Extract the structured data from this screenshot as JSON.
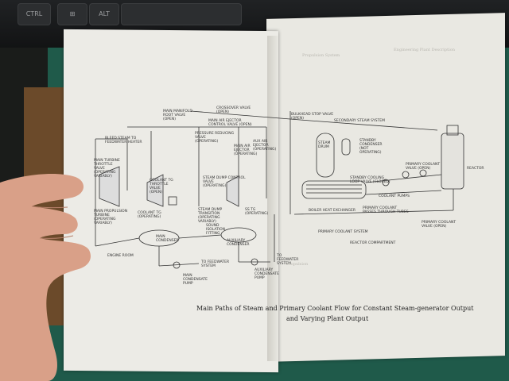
{
  "keyboard": {
    "keys": [
      "CTRL",
      "",
      "ALT"
    ]
  },
  "book": {
    "right_header": "Engineering Plant Description",
    "right_header_left": "Propulsion System",
    "caption_line1": "Main Paths of Steam and Primary Coolant Flow for Constant Steam-generator Output",
    "caption_line2": "and Varying Plant Output",
    "faint_word": "Propulsion"
  },
  "diagram": {
    "labels": {
      "main_manifold_root_valve": "MAIN MANIFOLD\nROOT VALVE\n(OPEN)",
      "crossover_valve": "CROSSOVER VALVE\n(OPEN)",
      "main_air_ejector_control": "MAIN AIR EJECTOR\nCONTROL VALVE (OPEN)",
      "pressure_reducing": "PRESSURE REDUCING\nVALVE\n(OPERATING)",
      "main_air_ejector": "MAIN AIR\nEJECTOR\n(OPERATING)",
      "aux_air_ejector": "AUX AIR\nEJECTOR\n(OPERATING)",
      "bleed_steam": "BLEED STEAM TO\nFEEDWATER HEATER",
      "main_turbine_throttle": "MAIN TURBINE\nTHROTTLE\nVALVE\n(OPERATING\nVARIABLY)",
      "coolant_tg_throttle": "COOLANT TG\nTHROTTLE\nVALVE\n(OPEN)",
      "steam_dump_control": "STEAM DUMP CONTROL\nVALVE\n(OPERATING)",
      "main_propulsion_turbine": "MAIN PROPULSION\nTURBINE\n(OPERATING\nVARIABLY)",
      "coolant_tg": "COOLANT TG\n(OPERATING)",
      "steam_dump_transition": "STEAM DUMP\nTRANSITION\n(OPERATING\nVARIABLY)",
      "ss_tg": "SS TG\n(OPERATING)",
      "main_condenser": "MAIN\nCONDENSER",
      "sound_isolation": "SOUND\nISOLATION\nFITTING",
      "auxiliary_condenser": "AUXILIARY\nCONDENSER",
      "engine_room": "ENGINE ROOM",
      "to_feedwater_system": "TO FEEDWATER\nSYSTEM",
      "main_condensate_pump": "MAIN\nCONDENSATE\nPUMP",
      "aux_condensate_pump": "AUXILIARY\nCONDENSATE\nPUMP",
      "to_feedwater_system_2": "TO\nFEEDWATER\nSYSTEM",
      "bulkhead_stop_valve": "BULKHEAD STOP VALVE\n(OPEN)",
      "secondary_steam_system": "SECONDARY STEAM SYSTEM",
      "steam_drum": "STEAM\nDRUM",
      "standby_condenser": "STANDBY\nCONDENSER\n(NOT\nOPERATING)",
      "standby_cooling": "STANDBY COOLING\nLOOP VALVE (CLOSED)",
      "primary_coolant_valve_open": "PRIMARY COOLANT\nVALVE (OPEN)",
      "reactor": "REACTOR",
      "coolant_pumps": "COOLANT PUMPS",
      "boiler_heat_exchanger": "BOILER HEAT EXCHANGER",
      "primary_coolant_passes": "PRIMARY COOLANT\nPASSES THROUGH TUBES",
      "primary_coolant_valve_open_2": "PRIMARY COOLANT\nVALVE (OPEN)",
      "primary_coolant_system": "PRIMARY COOLANT SYSTEM",
      "reactor_compartment": "REACTOR COMPARTMENT"
    }
  },
  "colors": {
    "paper": "#ecebe6",
    "ink": "#333333",
    "mat": "#1f5a4a"
  }
}
